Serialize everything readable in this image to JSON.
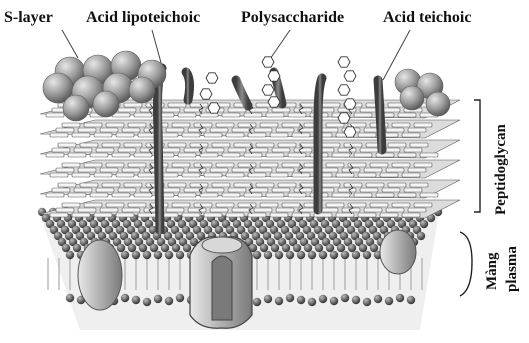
{
  "labels": {
    "s_layer": "S-layer",
    "acid_lipoteichoic": "Acid lipoteichoic",
    "polysaccharide": "Polysaccharide",
    "acid_teichoic": "Acid teichoic",
    "peptidoglycan": "Peptidoglycan",
    "membrane_line1": "Màng",
    "membrane_line2": "plasma"
  },
  "colors": {
    "sphere": "#9a9a9a",
    "sphere_dark": "#5e5e5e",
    "glycan_block": "#f4f4f4",
    "glycan_edge": "#555555",
    "teichoic_rod": "#6a6a6a",
    "lipid_head": "#4a4a4a",
    "membrane_tail": "#aaaaaa",
    "protein": "#b8b8b8"
  }
}
